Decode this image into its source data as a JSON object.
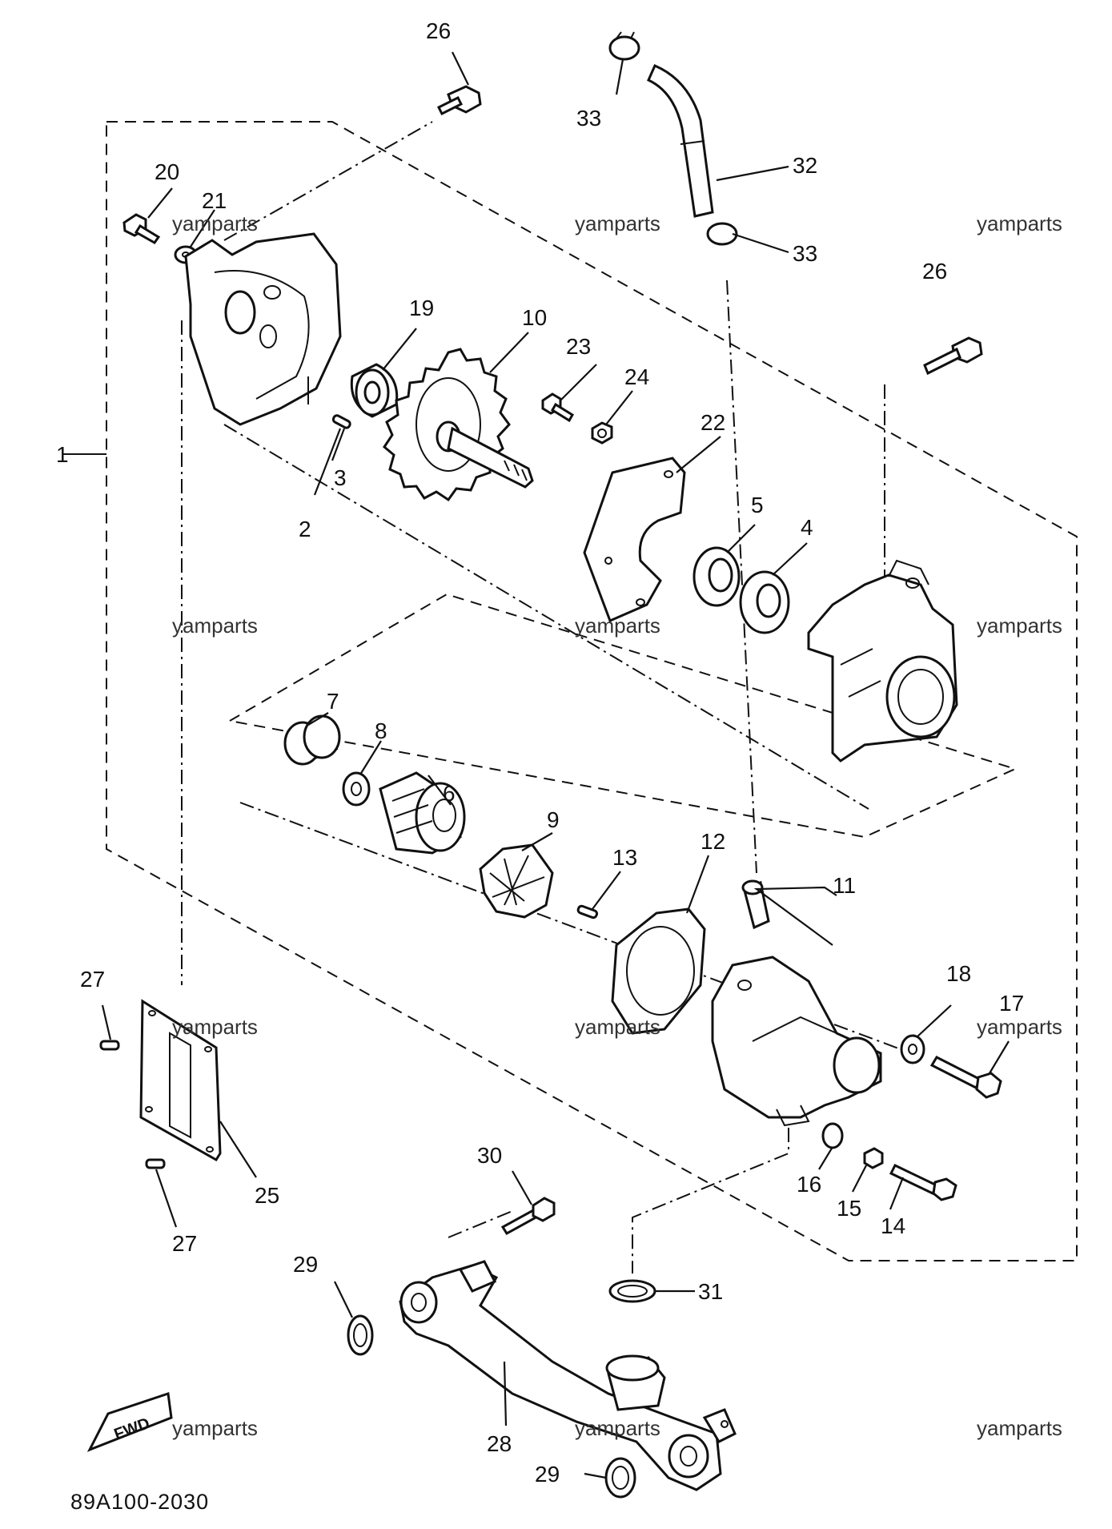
{
  "diagram": {
    "watermark_text": "yamparts",
    "catalog_code": "89A100-2030",
    "fwd_label": "FWD",
    "callouts": {
      "p26a": "26",
      "p26b": "26",
      "p33a": "33",
      "p33b": "33",
      "p32": "32",
      "p20": "20",
      "p21": "21",
      "p19": "19",
      "p10": "10",
      "p23": "23",
      "p24": "24",
      "p22": "22",
      "p3": "3",
      "p2": "2",
      "p5": "5",
      "p4": "4",
      "p1": "1",
      "p7": "7",
      "p8": "8",
      "p6": "6",
      "p9": "9",
      "p13": "13",
      "p12": "12",
      "p11": "11",
      "p18": "18",
      "p17": "17",
      "p27a": "27",
      "p27b": "27",
      "p25": "25",
      "p16": "16",
      "p15": "15",
      "p14": "14",
      "p30": "30",
      "p31": "31",
      "p29a": "29",
      "p29b": "29",
      "p28": "28"
    }
  }
}
